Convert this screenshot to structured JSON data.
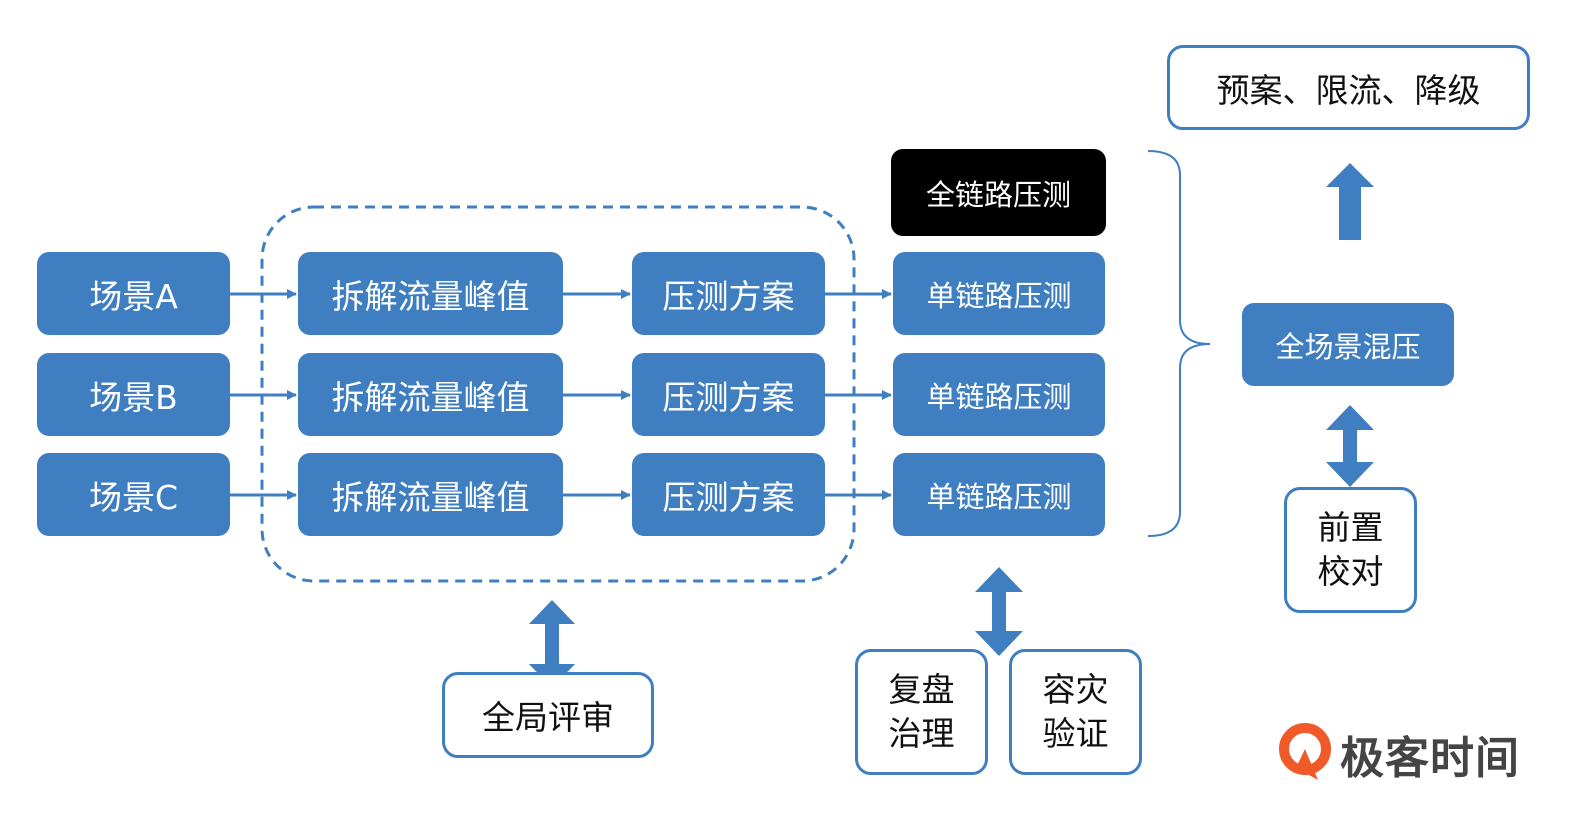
{
  "colors": {
    "primary": "#3f7fc1",
    "dark": "#000000",
    "logo_accent": "#f05a28"
  },
  "scenarios": [
    {
      "scene": "场景A",
      "decompose": "拆解流量峰值",
      "plan": "压测方案",
      "single": "单链路压测"
    },
    {
      "scene": "场景B",
      "decompose": "拆解流量峰值",
      "plan": "压测方案",
      "single": "单链路压测"
    },
    {
      "scene": "场景C",
      "decompose": "拆解流量峰值",
      "plan": "压测方案",
      "single": "单链路压测"
    }
  ],
  "full_chain": "全链路压测",
  "global_review": "全局评审",
  "review_governance": [
    "复盘",
    "治理"
  ],
  "dr_verify": [
    "容灾",
    "验证"
  ],
  "full_scene_mix": "全场景混压",
  "pre_check": [
    "前置",
    "校对"
  ],
  "plans": "预案、限流、降级",
  "logo": {
    "text": "极客时间",
    "icon": "geek-time-logo-icon"
  }
}
